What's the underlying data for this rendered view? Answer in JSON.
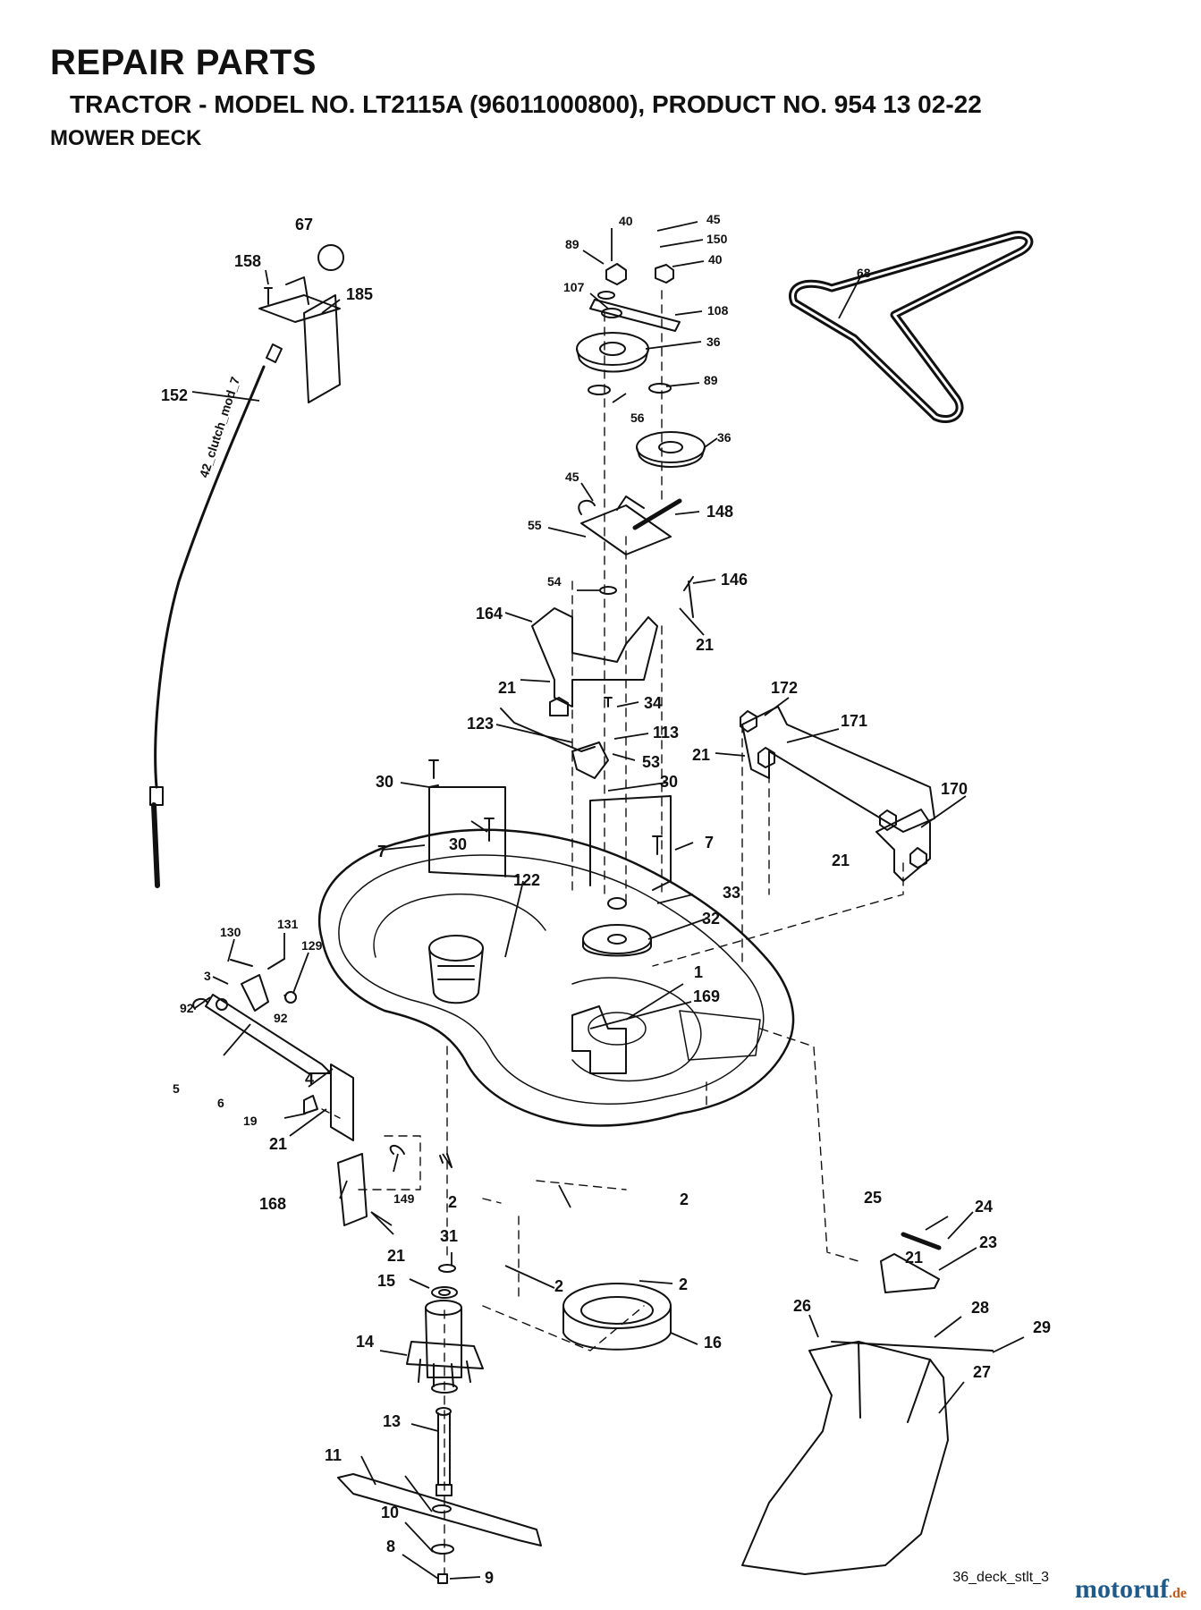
{
  "header": {
    "title": "REPAIR PARTS",
    "subtitle": "TRACTOR - MODEL NO. LT2115A (96011000800), PRODUCT NO. 954 13 02-22",
    "section": "MOWER DECK"
  },
  "cable_text": "42_clutch_mod_7",
  "drawing_ref": "36_deck_stlt_3",
  "watermark": {
    "main": "motoruf",
    "suffix": ".de"
  },
  "labels": [
    {
      "id": "67",
      "text": "67"
    },
    {
      "id": "158",
      "text": "158"
    },
    {
      "id": "185",
      "text": "185"
    },
    {
      "id": "152",
      "text": "152"
    },
    {
      "id": "40a",
      "text": "40"
    },
    {
      "id": "45a",
      "text": "45"
    },
    {
      "id": "89a",
      "text": "89"
    },
    {
      "id": "150",
      "text": "150"
    },
    {
      "id": "40b",
      "text": "40"
    },
    {
      "id": "68",
      "text": "68"
    },
    {
      "id": "107",
      "text": "107"
    },
    {
      "id": "108",
      "text": "108"
    },
    {
      "id": "36a",
      "text": "36"
    },
    {
      "id": "89b",
      "text": "89"
    },
    {
      "id": "56",
      "text": "56"
    },
    {
      "id": "36b",
      "text": "36"
    },
    {
      "id": "45b",
      "text": "45"
    },
    {
      "id": "148",
      "text": "148"
    },
    {
      "id": "55",
      "text": "55"
    },
    {
      "id": "54",
      "text": "54"
    },
    {
      "id": "146",
      "text": "146"
    },
    {
      "id": "164",
      "text": "164"
    },
    {
      "id": "21a",
      "text": "21"
    },
    {
      "id": "21b",
      "text": "21"
    },
    {
      "id": "34",
      "text": "34"
    },
    {
      "id": "172",
      "text": "172"
    },
    {
      "id": "171",
      "text": "171"
    },
    {
      "id": "123",
      "text": "123"
    },
    {
      "id": "113",
      "text": "113"
    },
    {
      "id": "53",
      "text": "53"
    },
    {
      "id": "21c",
      "text": "21"
    },
    {
      "id": "30a",
      "text": "30"
    },
    {
      "id": "30b",
      "text": "30"
    },
    {
      "id": "170",
      "text": "170"
    },
    {
      "id": "7a",
      "text": "7"
    },
    {
      "id": "30c",
      "text": "30"
    },
    {
      "id": "7b",
      "text": "7"
    },
    {
      "id": "21d",
      "text": "21"
    },
    {
      "id": "122",
      "text": "122"
    },
    {
      "id": "33",
      "text": "33"
    },
    {
      "id": "32",
      "text": "32"
    },
    {
      "id": "130",
      "text": "130"
    },
    {
      "id": "131",
      "text": "131"
    },
    {
      "id": "129",
      "text": "129"
    },
    {
      "id": "1",
      "text": "1"
    },
    {
      "id": "3",
      "text": "3"
    },
    {
      "id": "169",
      "text": "169"
    },
    {
      "id": "92a",
      "text": "92"
    },
    {
      "id": "92b",
      "text": "92"
    },
    {
      "id": "5",
      "text": "5"
    },
    {
      "id": "6",
      "text": "6"
    },
    {
      "id": "4",
      "text": "4"
    },
    {
      "id": "19",
      "text": "19"
    },
    {
      "id": "21e",
      "text": "21"
    },
    {
      "id": "168",
      "text": "168"
    },
    {
      "id": "149",
      "text": "149"
    },
    {
      "id": "2a",
      "text": "2"
    },
    {
      "id": "2b",
      "text": "2"
    },
    {
      "id": "21f",
      "text": "21"
    },
    {
      "id": "31",
      "text": "31"
    },
    {
      "id": "25",
      "text": "25"
    },
    {
      "id": "24",
      "text": "24"
    },
    {
      "id": "23",
      "text": "23"
    },
    {
      "id": "21g",
      "text": "21"
    },
    {
      "id": "15",
      "text": "15"
    },
    {
      "id": "2c",
      "text": "2"
    },
    {
      "id": "2d",
      "text": "2"
    },
    {
      "id": "26",
      "text": "26"
    },
    {
      "id": "28",
      "text": "28"
    },
    {
      "id": "29",
      "text": "29"
    },
    {
      "id": "14",
      "text": "14"
    },
    {
      "id": "16",
      "text": "16"
    },
    {
      "id": "27",
      "text": "27"
    },
    {
      "id": "13",
      "text": "13"
    },
    {
      "id": "11",
      "text": "11"
    },
    {
      "id": "10",
      "text": "10"
    },
    {
      "id": "8",
      "text": "8"
    },
    {
      "id": "9",
      "text": "9"
    }
  ]
}
